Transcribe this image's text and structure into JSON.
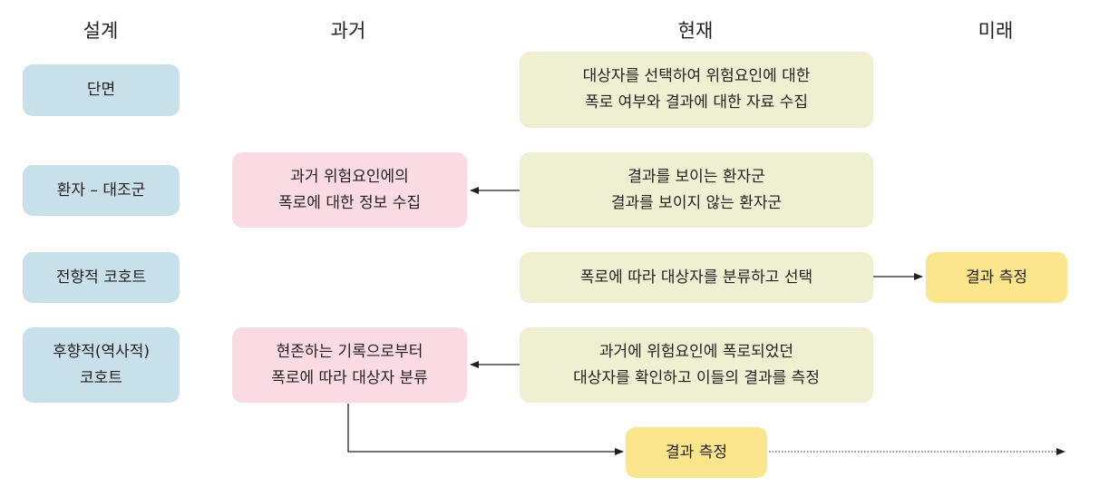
{
  "headers": {
    "design": "설계",
    "past": "과거",
    "present": "현재",
    "future": "미래"
  },
  "rows": [
    {
      "design": [
        "단면"
      ],
      "present": [
        "대상자를 선택하여 위험요인에 대한",
        "폭로 여부와 결과에 대한 자료 수집"
      ]
    },
    {
      "design": [
        "환자 – 대조군"
      ],
      "past": [
        "과거 위험요인에의",
        "폭로에 대한 정보 수집"
      ],
      "present": [
        "결과를 보이는 환자군",
        "결과를 보이지 않는 환자군"
      ]
    },
    {
      "design": [
        "전향적 코호트"
      ],
      "present": [
        "폭로에 따라 대상자를 분류하고 선택"
      ],
      "future": [
        "결과 측정"
      ]
    },
    {
      "design": [
        "후향적(역사적)",
        "코호트"
      ],
      "past": [
        "현존하는 기록으로부터",
        "폭로에 따라 대상자 분류"
      ],
      "present": [
        "과거에 위험요인에 폭로되었던",
        "대상자를 확인하고 이들의 결과를 측정"
      ],
      "outcome": [
        "결과 측정"
      ]
    }
  ],
  "colors": {
    "design_box": "#c7e0ea",
    "present_box": "#eff0d2",
    "past_box": "#fbdbe3",
    "outcome_box": "#fbe58d",
    "arrow": "#231f20"
  }
}
